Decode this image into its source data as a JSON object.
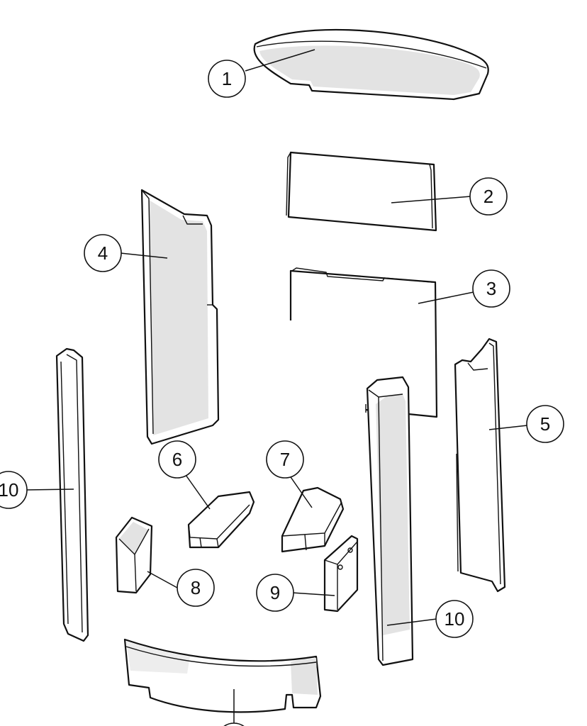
{
  "diagram": {
    "callouts": [
      {
        "id": "c1",
        "label": "1"
      },
      {
        "id": "c2",
        "label": "2"
      },
      {
        "id": "c3",
        "label": "3"
      },
      {
        "id": "c4",
        "label": "4"
      },
      {
        "id": "c5",
        "label": "5"
      },
      {
        "id": "c6",
        "label": "6"
      },
      {
        "id": "c7",
        "label": "7"
      },
      {
        "id": "c8",
        "label": "8"
      },
      {
        "id": "c9",
        "label": "9"
      },
      {
        "id": "c10a",
        "label": "10"
      },
      {
        "id": "c10b",
        "label": "10"
      }
    ]
  }
}
